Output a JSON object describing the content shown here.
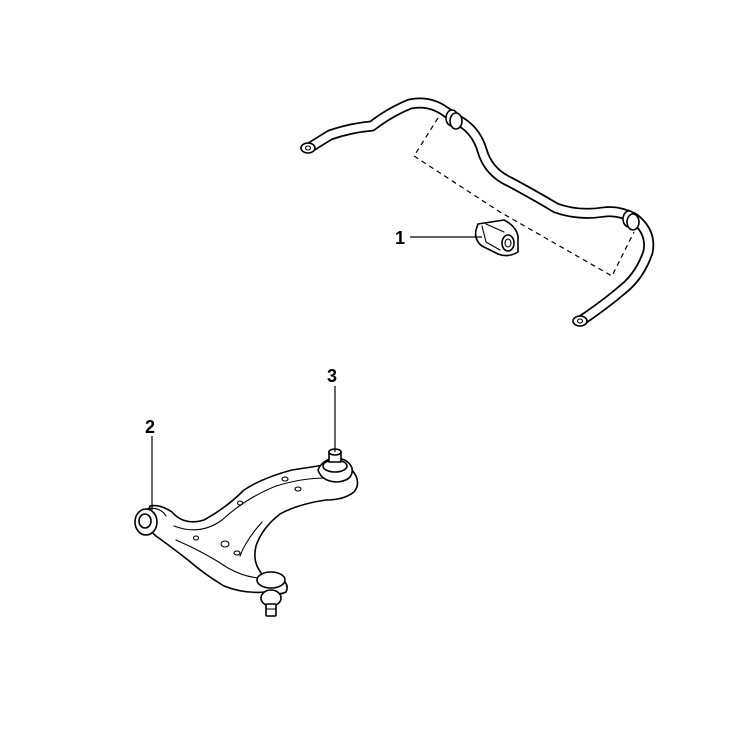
{
  "callouts": [
    {
      "number": "1",
      "part": "stabilizer-bar-bushing"
    },
    {
      "number": "2",
      "part": "lower-control-arm-bushing"
    },
    {
      "number": "3",
      "part": "lower-control-arm-rear-mount"
    }
  ],
  "colors": {
    "line": "#000000",
    "background": "#ffffff"
  }
}
